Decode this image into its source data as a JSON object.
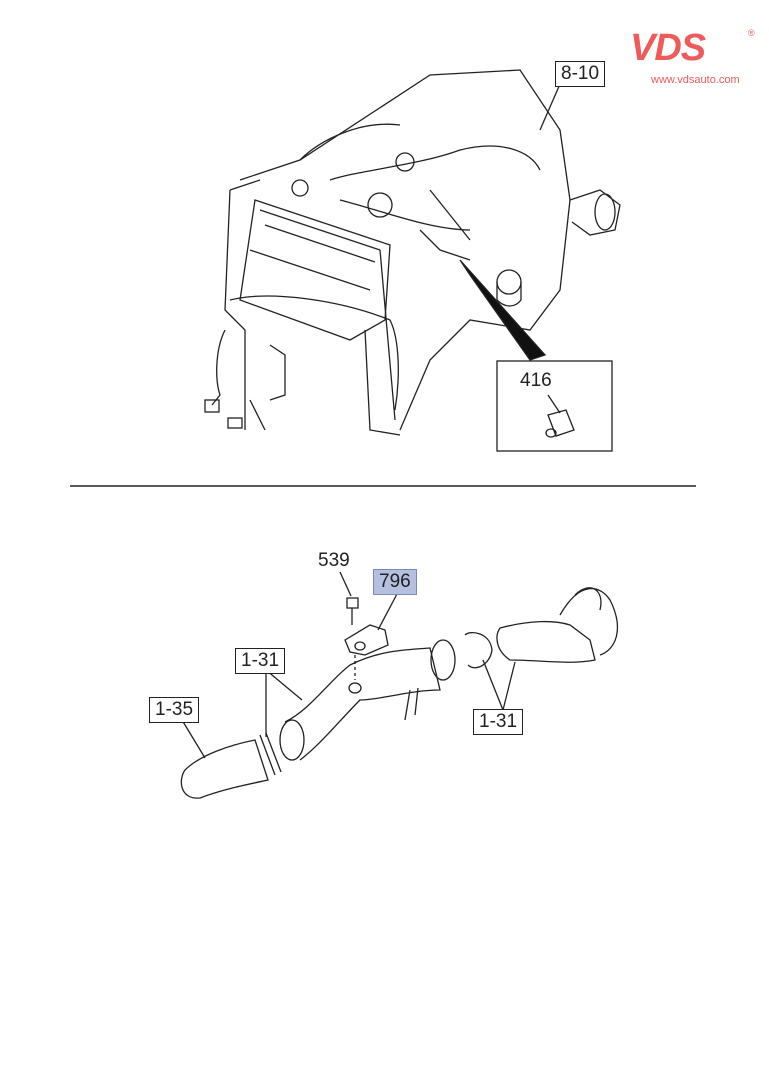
{
  "logo": {
    "brand": "VDS",
    "registered": "®",
    "url": "www.vdsauto.com"
  },
  "upper_diagram": {
    "callouts": [
      {
        "label": "8-10"
      },
      {
        "label": "416"
      }
    ]
  },
  "lower_diagram": {
    "callouts": [
      {
        "label": "539"
      },
      {
        "label": "796",
        "highlighted": true
      },
      {
        "label": "1-31"
      },
      {
        "label": "1-35"
      },
      {
        "label": "1-31"
      }
    ]
  },
  "colors": {
    "logo": "#ef5b5b",
    "highlight": "#b5bfe0",
    "line": "#222222"
  }
}
